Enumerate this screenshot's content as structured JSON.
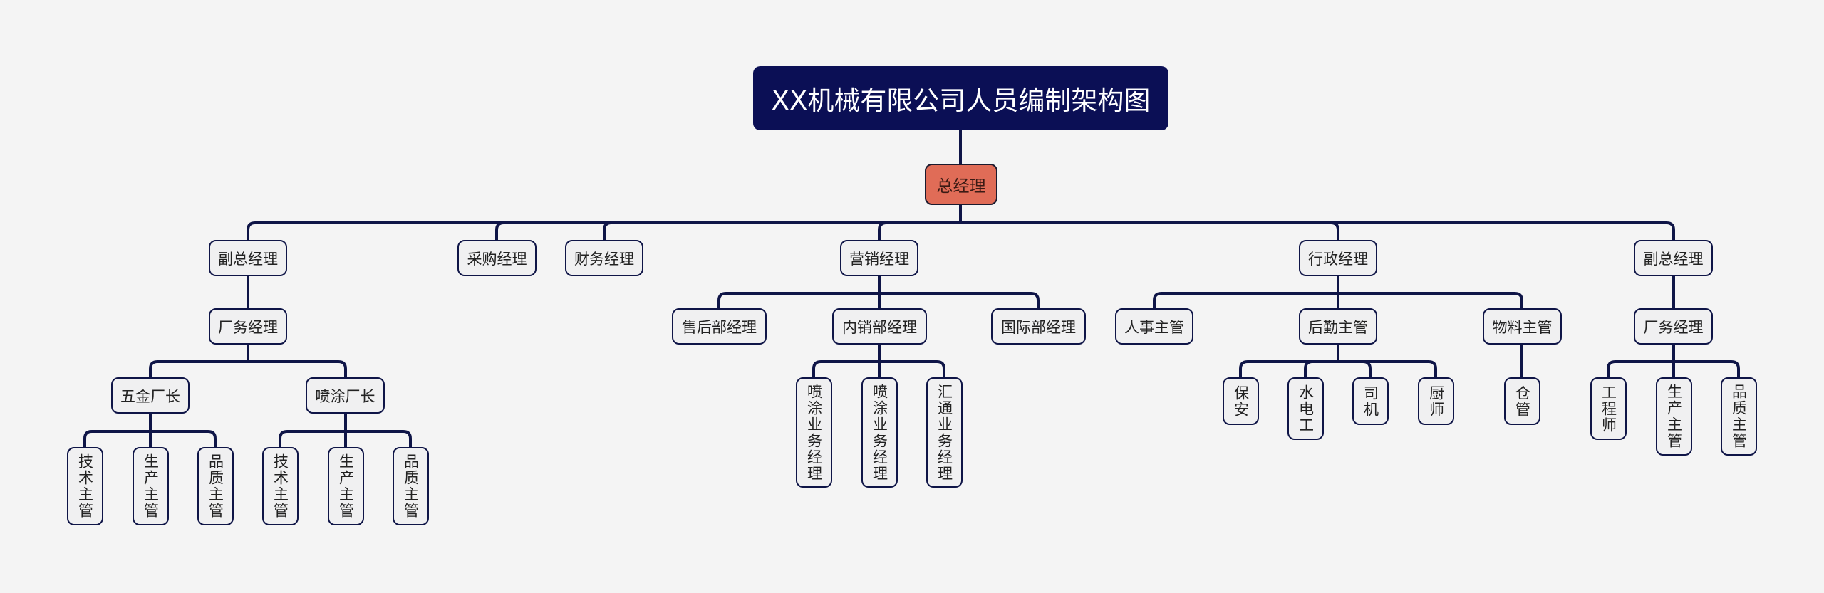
{
  "title": "XX机械有限公司人员编制架构图",
  "colors": {
    "title_bg": "#0b0f55",
    "root_bg": "#e06c57",
    "line": "#0f1547",
    "node_bg": "#f0f0f1",
    "canvas_bg": "#f4f4f4"
  },
  "root": "总经理",
  "departments": [
    {
      "label": "副总经理",
      "children": [
        {
          "label": "厂务经理",
          "children": [
            {
              "label": "五金厂长",
              "children": [
                "技术主管",
                "生产主管",
                "品质主管"
              ]
            },
            {
              "label": "喷涂厂长",
              "children": [
                "技术主管",
                "生产主管",
                "品质主管"
              ]
            }
          ]
        }
      ]
    },
    {
      "label": "采购经理",
      "children": []
    },
    {
      "label": "财务经理",
      "children": []
    },
    {
      "label": "营销经理",
      "children": [
        {
          "label": "售后部经理"
        },
        {
          "label": "内销部经理",
          "children": [
            "喷涂业务经理",
            "喷涂业务经理",
            "汇通业务经理"
          ]
        },
        {
          "label": "国际部经理"
        }
      ]
    },
    {
      "label": "行政经理",
      "children": [
        {
          "label": "人事主管"
        },
        {
          "label": "后勤主管",
          "children": [
            "保安",
            "水电工",
            "司机",
            "厨师"
          ]
        },
        {
          "label": "物料主管",
          "children": [
            "仓管"
          ]
        }
      ]
    },
    {
      "label": "副总经理",
      "children": [
        {
          "label": "厂务经理",
          "children": [
            "工程师",
            "生产主管",
            "品质主管"
          ]
        }
      ]
    }
  ]
}
